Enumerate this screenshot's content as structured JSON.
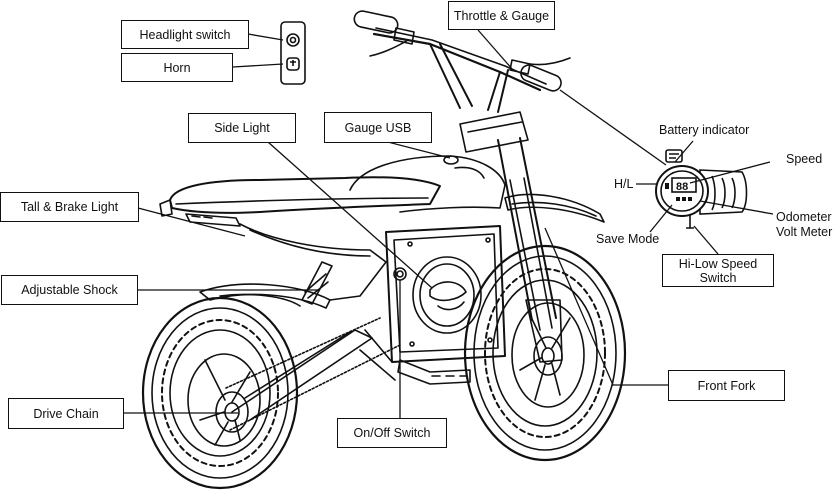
{
  "figure": {
    "subject": "electric mini dirt bike",
    "icons": [
      "motorcycle-icon",
      "digital-gauge-icon"
    ]
  },
  "callouts": {
    "headlight_switch": "Headlight switch",
    "horn": "Horn",
    "throttle_gauge": "Throttle & Gauge",
    "side_light": "Side Light",
    "gauge_usb": "Gauge USB",
    "tail_brake_light": "Tall & Brake Light",
    "adjustable_shock": "Adjustable Shock",
    "drive_chain": "Drive Chain",
    "on_off_switch": "On/Off Switch",
    "front_fork": "Front Fork",
    "hi_low_speed_switch_line1": "Hi-Low Speed",
    "hi_low_speed_switch_line2": "Switch"
  },
  "gauge_labels": {
    "battery_indicator": "Battery indicator",
    "speed": "Speed",
    "h_l": "H/L",
    "save_mode": "Save Mode",
    "odometer": "Odometer",
    "volt_meter": "Volt Meter",
    "display_readout": "88"
  },
  "colors": {
    "line": "#111111",
    "background": "#ffffff"
  }
}
